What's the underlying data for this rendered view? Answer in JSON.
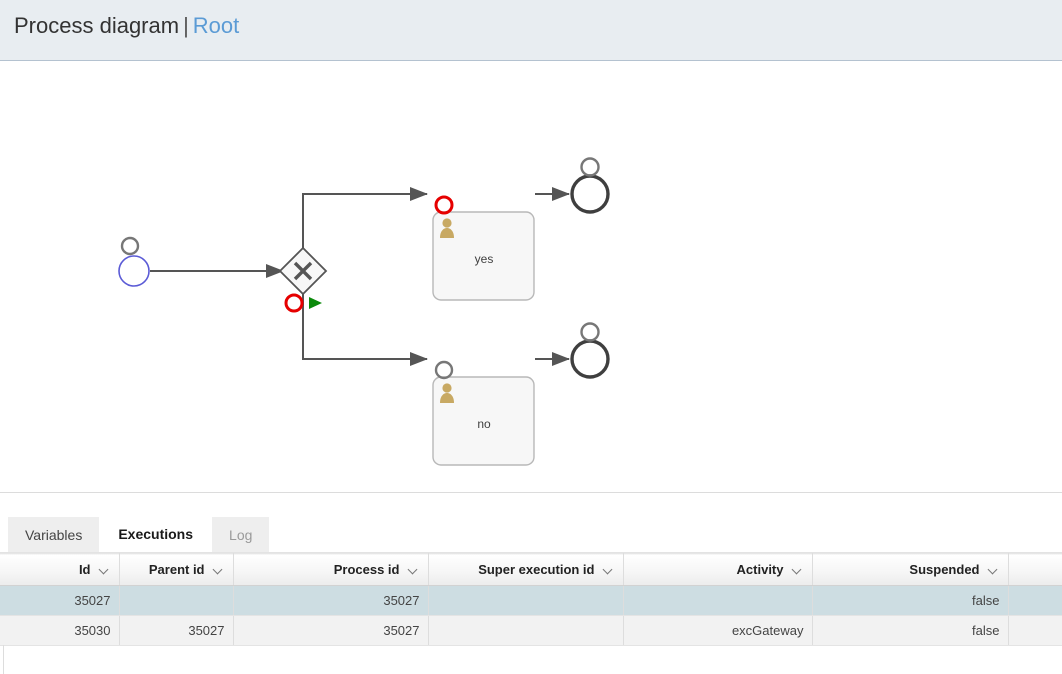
{
  "header": {
    "title": "Process diagram",
    "separator": "|",
    "link_label": "Root"
  },
  "diagram": {
    "type": "bpmn-process-diagram",
    "elements": {
      "start_event": {
        "name": "start-event",
        "label": "",
        "badge": "gray-circle"
      },
      "gateway": {
        "name": "exclusive-gateway",
        "label": "",
        "symbol": "X",
        "badges": [
          "red-circle",
          "green-play-triangle"
        ]
      },
      "task_yes": {
        "name": "user-task-yes",
        "label": "yes",
        "icon": "user-icon",
        "badge": "red-circle"
      },
      "task_no": {
        "name": "user-task-no",
        "label": "no",
        "icon": "user-icon",
        "badge": "gray-circle"
      },
      "end_event_yes": {
        "name": "end-event-yes",
        "label": "",
        "badge": "gray-circle"
      },
      "end_event_no": {
        "name": "end-event-no",
        "label": "",
        "badge": "gray-circle"
      }
    },
    "colors": {
      "connector": "#555555",
      "start_event_stroke": "#5b5bd6",
      "end_event_stroke": "#3f3f3f",
      "task_fill": "#f7f7f7",
      "task_stroke": "#b8b8b8",
      "badge_red": "#e60000",
      "badge_gray": "#777777",
      "play_green": "#0b8a0b",
      "user_icon": "#c8a963"
    }
  },
  "tabs": {
    "items": [
      {
        "label": "Variables",
        "active": false,
        "muted": false
      },
      {
        "label": "Executions",
        "active": true,
        "muted": false
      },
      {
        "label": "Log",
        "active": false,
        "muted": true
      }
    ]
  },
  "table": {
    "columns": [
      {
        "label": "Id",
        "sortable": true
      },
      {
        "label": "Parent id",
        "sortable": true
      },
      {
        "label": "Process id",
        "sortable": true
      },
      {
        "label": "Super execution id",
        "sortable": true
      },
      {
        "label": "Activity",
        "sortable": true
      },
      {
        "label": "Suspended",
        "sortable": true
      },
      {
        "label": "",
        "sortable": false
      }
    ],
    "rows": [
      {
        "selected": true,
        "cells": [
          "35027",
          "",
          "35027",
          "",
          "",
          "false",
          ""
        ]
      },
      {
        "selected": false,
        "cells": [
          "35030",
          "35027",
          "35027",
          "",
          "excGateway",
          "false",
          ""
        ]
      }
    ]
  }
}
